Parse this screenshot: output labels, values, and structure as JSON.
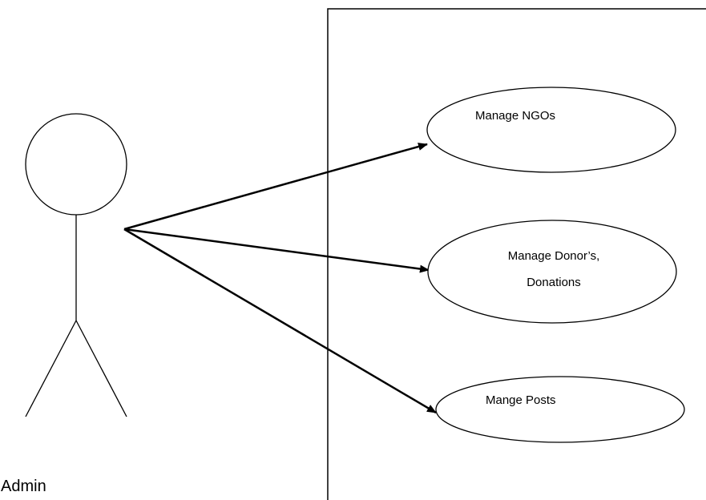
{
  "diagram": {
    "actor": {
      "label": "Admin"
    },
    "use_cases": [
      {
        "lines": [
          "Manage NGOs"
        ]
      },
      {
        "lines": [
          "Manage Donor’s,",
          "Donations"
        ]
      },
      {
        "lines": [
          "Mange Posts"
        ]
      }
    ]
  }
}
